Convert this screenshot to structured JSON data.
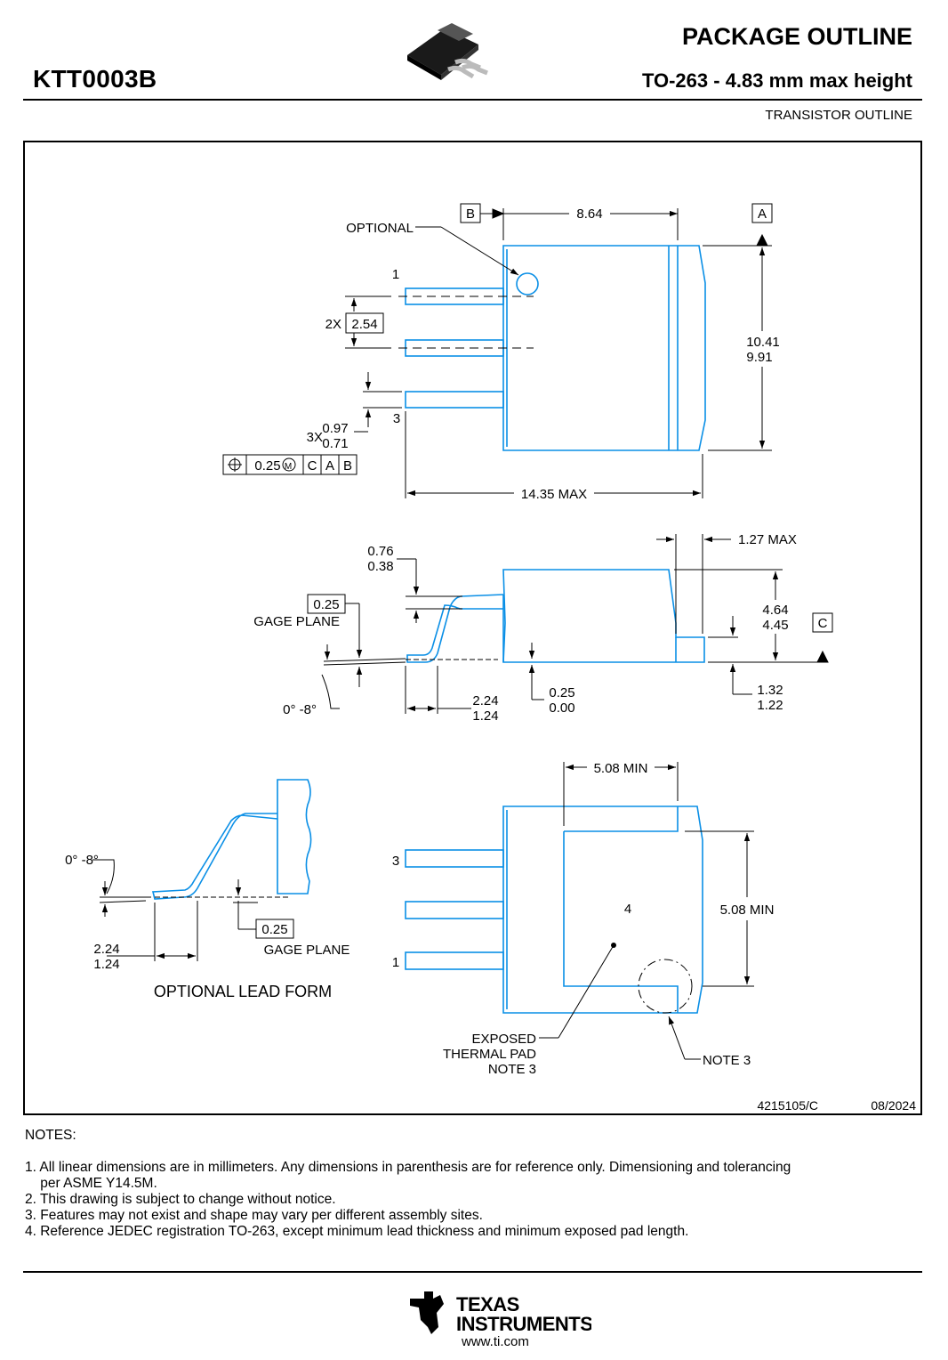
{
  "header": {
    "part_number": "KTT0003B",
    "title": "PACKAGE OUTLINE",
    "subtitle": "TO-263 - 4.83 mm max height",
    "package_type": "TRANSISTOR OUTLINE"
  },
  "drawing": {
    "datums": {
      "a": "A",
      "b": "B",
      "c": "C"
    },
    "top_view": {
      "optional_label": "OPTIONAL",
      "width": "8.64",
      "height_max": "10.41",
      "height_min": "9.91",
      "pin1": "1",
      "pin3": "3",
      "pitch_prefix": "2X",
      "pitch": "2.54",
      "lead_count": "3X",
      "lead_width_max": "0.97",
      "lead_width_min": "0.71",
      "fcf_tolerance": "0.25",
      "fcf_datums": [
        "C",
        "A",
        "B"
      ],
      "overall_length": "14.35 MAX"
    },
    "side_view": {
      "lead_thk_max": "0.76",
      "lead_thk_min": "0.38",
      "gage_value": "0.25",
      "gage_label": "GAGE PLANE",
      "angle": "0° -8°",
      "foot_max": "2.24",
      "foot_min": "1.24",
      "standoff_max": "0.25",
      "standoff_min": "0.00",
      "tab_max": "1.27 MAX",
      "height_max": "4.64",
      "height_min": "4.45",
      "tab_thk_max": "1.32",
      "tab_thk_min": "1.22"
    },
    "optional_lead": {
      "angle": "0° -8°",
      "foot_max": "2.24",
      "foot_min": "1.24",
      "gage_value": "0.25",
      "gage_label": "GAGE PLANE",
      "caption": "OPTIONAL LEAD FORM"
    },
    "bottom_view": {
      "pad_width": "5.08 MIN",
      "pad_height": "5.08 MIN",
      "pin3": "3",
      "pin1": "1",
      "pad_number": "4",
      "pad_label_1": "EXPOSED",
      "pad_label_2": "THERMAL PAD",
      "pad_label_3": "NOTE 3",
      "note_ref": "NOTE 3"
    },
    "doc_number": "4215105/C",
    "doc_date": "08/2024",
    "colors": {
      "outline": "#0a8fe6",
      "dimension": "#000000"
    }
  },
  "notes": {
    "heading": "NOTES:",
    "items": [
      "1. All linear dimensions are in millimeters. Any dimensions in parenthesis are for reference only. Dimensioning and tolerancing\n    per ASME Y14.5M.",
      "2. This drawing is subject to change without notice.",
      "3. Features may not exist and shape may vary per different assembly sites.",
      "4. Reference JEDEC registration TO-263, except minimum lead thickness and minimum exposed pad length."
    ]
  },
  "footer": {
    "logo_line1": "TEXAS",
    "logo_line2": "INSTRUMENTS",
    "url": "www.ti.com"
  }
}
